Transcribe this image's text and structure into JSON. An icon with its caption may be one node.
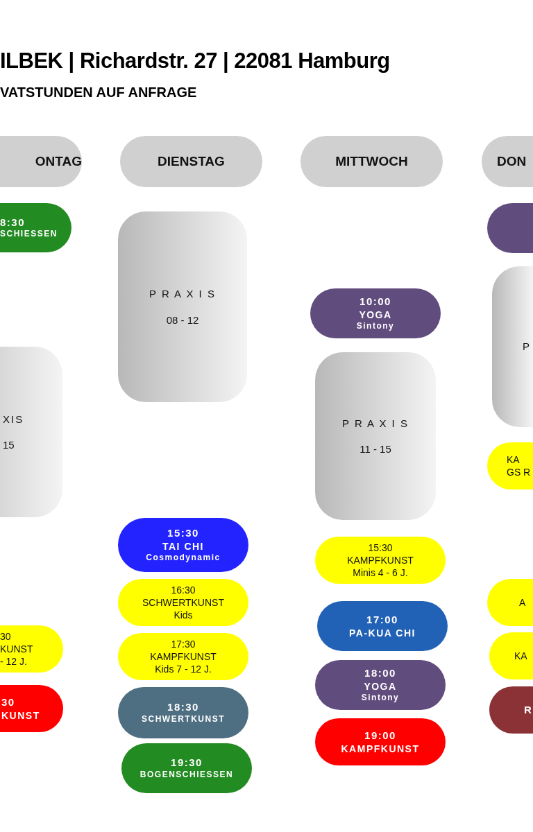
{
  "diagram": {
    "title": "ILBEK | Richardstr. 27 | 22081 Hamburg",
    "nodes": [
      {
        "text": [
          "ONTAG"
        ]
      },
      {
        "text": [
          "DIENSTAG"
        ]
      },
      {
        "text": [
          "MITTWOCH"
        ]
      },
      {
        "text": [
          "DON"
        ]
      },
      {
        "text": [
          "8:30",
          "SCHIESSEN"
        ]
      },
      {
        "text": [
          "XIS",
          "15"
        ]
      },
      {
        "text": [
          "30",
          "KUNST",
          "- 12 J."
        ]
      },
      {
        "text": [
          "30",
          "KUNST"
        ]
      },
      {
        "text": [
          "P R A X I S",
          "08 - 12"
        ]
      },
      {
        "text": [
          "15:30",
          "TAI CHI",
          "Cosmodynamic"
        ]
      },
      {
        "text": [
          "16:30",
          "SCHWERTKUNST",
          "Kids"
        ]
      },
      {
        "text": [
          "17:30",
          "KAMPFKUNST",
          "Kids 7 - 12 J."
        ]
      },
      {
        "text": [
          "18:30",
          "SCHWERTKUNST"
        ]
      },
      {
        "text": [
          "19:30",
          "BOGENSCHIESSEN"
        ]
      },
      {
        "text": [
          "10:00",
          "YOGA",
          "Sintony"
        ]
      },
      {
        "text": [
          "P R A X I S",
          "11 - 15"
        ]
      },
      {
        "text": [
          "15:30",
          "KAMPFKUNST",
          "Minis 4 - 6 J."
        ]
      },
      {
        "text": [
          "17:00",
          "PA-KUA CHI"
        ]
      },
      {
        "text": [
          "18:00",
          "YOGA",
          "Sintony"
        ]
      },
      {
        "text": [
          "19:00",
          "KAMPFKUNST"
        ]
      },
      {
        "text": [],
        "shape": "box"
      },
      {
        "text": [
          "P"
        ]
      },
      {
        "text": [
          "KA",
          "GS R"
        ]
      },
      {
        "text": [
          "A"
        ]
      },
      {
        "text": [
          "KA"
        ]
      },
      {
        "text": [
          "R"
        ]
      }
    ],
    "labels": [
      "VATSTUNDEN AUF ANFRAGE"
    ]
  }
}
